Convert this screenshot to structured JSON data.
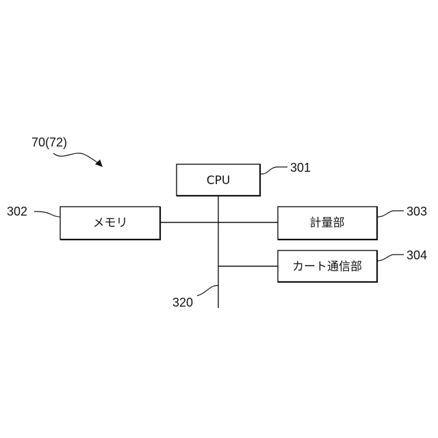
{
  "figure": {
    "reference_label": "70(72)",
    "components": {
      "cpu": {
        "label": "CPU",
        "ref": "301"
      },
      "memory": {
        "label": "メモリ",
        "ref": "302"
      },
      "measuring_unit": {
        "label": "計量部",
        "ref": "303"
      },
      "cart_comm_unit": {
        "label": "カート通信部",
        "ref": "304"
      }
    },
    "bus": {
      "ref": "320"
    }
  }
}
